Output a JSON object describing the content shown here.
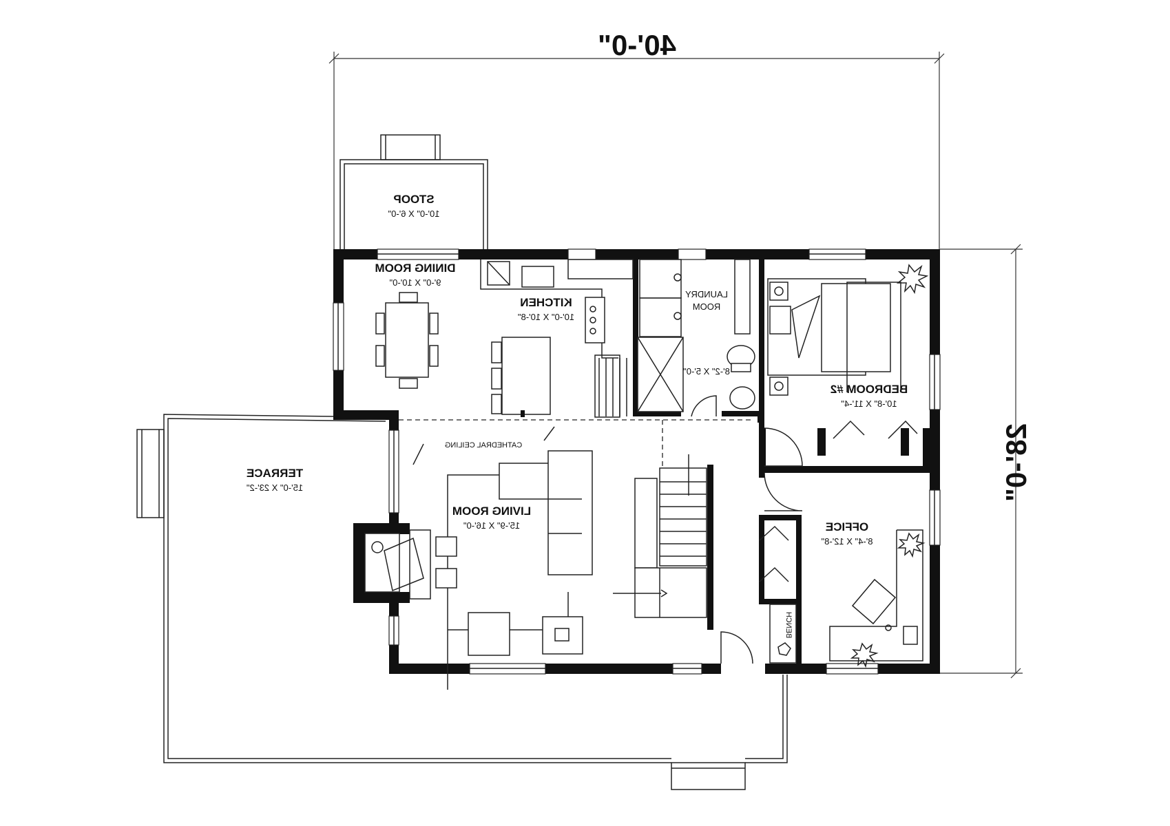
{
  "overall_width": "40'-0\"",
  "overall_depth": "28'-0\"",
  "rooms": [
    {
      "key": "stoop",
      "name": "STOOP",
      "dims": "10'-0\" X 6'-0\""
    },
    {
      "key": "dining",
      "name": "DINING ROOM",
      "dims": "9'-0\" X 10'-0\""
    },
    {
      "key": "kitchen",
      "name": "KITCHEN",
      "dims": "10'-0\" X 10'-8\""
    },
    {
      "key": "laundry",
      "name": "LAUNDRY ROOM",
      "dims": "8'-2\" X 5'-0\""
    },
    {
      "key": "bedroom2",
      "name": "BEDROOM #2",
      "dims": "10'-8\" X 11'-4\""
    },
    {
      "key": "terrace",
      "name": "TERRACE",
      "dims": "15'-0\" X 23'-2\""
    },
    {
      "key": "living",
      "name": "LIVING ROOM",
      "dims": "15'-9\" X 16'-0\""
    },
    {
      "key": "office",
      "name": "OFFICE",
      "dims": "8'-4\" X 12'-8\""
    }
  ],
  "labels": {
    "cathedral": "CATHEDRAL CEILING",
    "bench": "BENCH",
    "laundry_line1": "LAUNDRY",
    "laundry_line2": "ROOM"
  }
}
